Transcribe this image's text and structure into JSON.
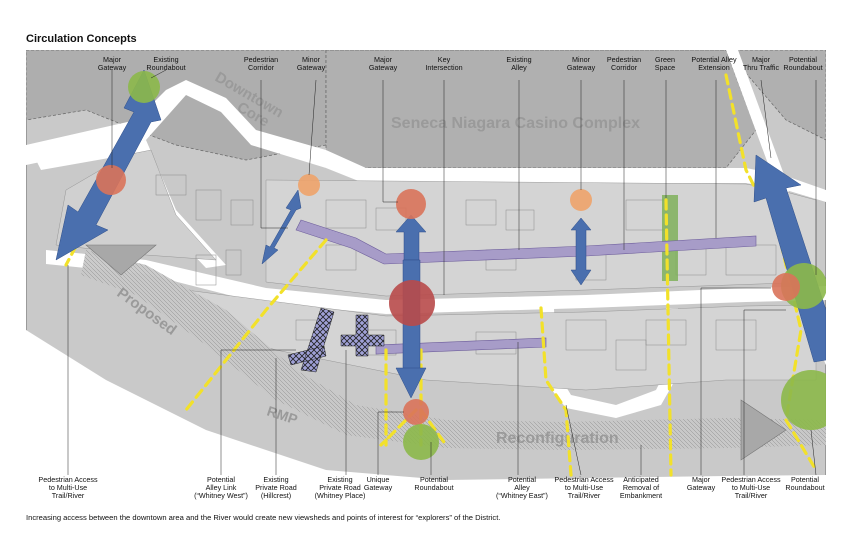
{
  "title": "Circulation Concepts",
  "caption": "Increasing access between the downtown area and the River would create new viewsheds and points of interest for “explorers” of the District.",
  "map_text": {
    "downtown_core": [
      "Downtown",
      "Core"
    ],
    "casino": "Seneca Niagara Casino Complex",
    "proposed": "Proposed",
    "rmp": "RMP",
    "reconfiguration": "Reconfiguration"
  },
  "top_labels": [
    {
      "id": "major-gateway-1",
      "lines": [
        "Major",
        "Gateway"
      ]
    },
    {
      "id": "existing-roundabout",
      "lines": [
        "Existing",
        "Roundabout"
      ]
    },
    {
      "id": "pedestrian-corridor-1",
      "lines": [
        "Pedestrian",
        "Corridor"
      ]
    },
    {
      "id": "minor-gateway-1",
      "lines": [
        "Minor",
        "Gateway"
      ]
    },
    {
      "id": "major-gateway-2",
      "lines": [
        "Major",
        "Gateway"
      ]
    },
    {
      "id": "key-intersection",
      "lines": [
        "Key",
        "Intersection"
      ]
    },
    {
      "id": "existing-alley",
      "lines": [
        "Existing",
        "Alley"
      ]
    },
    {
      "id": "minor-gateway-2",
      "lines": [
        "Minor",
        "Gateway"
      ]
    },
    {
      "id": "pedestrian-corridor-2",
      "lines": [
        "Pedestrian",
        "Corridor"
      ]
    },
    {
      "id": "green-space",
      "lines": [
        "Green",
        "Space"
      ]
    },
    {
      "id": "potential-alley-extension",
      "lines": [
        "Potential Alley",
        "Extension"
      ]
    },
    {
      "id": "major-thru-traffic",
      "lines": [
        "Major",
        "Thru Traffic"
      ]
    },
    {
      "id": "potential-roundabout-top",
      "lines": [
        "Potential",
        "Roundabout"
      ]
    }
  ],
  "bottom_labels": [
    {
      "id": "pedestrian-access-1",
      "lines": [
        "Pedestrian Access",
        "to Multi-Use",
        "Trail/River"
      ]
    },
    {
      "id": "potential-alley-link",
      "lines": [
        "Potential",
        "Alley Link",
        "(“Whitney West”)"
      ]
    },
    {
      "id": "existing-private-road-hillcrest",
      "lines": [
        "Existing",
        "Private Road",
        "(Hillcrest)"
      ]
    },
    {
      "id": "existing-private-road-whitney",
      "lines": [
        "Existing",
        "Private Road",
        "(Whitney Place)"
      ]
    },
    {
      "id": "unique-gateway",
      "lines": [
        "Unique",
        "Gateway"
      ]
    },
    {
      "id": "potential-roundabout-1",
      "lines": [
        "Potential",
        "Roundabout"
      ]
    },
    {
      "id": "potential-alley-whitney-east",
      "lines": [
        "Potential",
        "Alley",
        "(“Whitney East”)"
      ]
    },
    {
      "id": "pedestrian-access-2",
      "lines": [
        "Pedestrian Access",
        "to Multi-Use",
        "Trail/River"
      ]
    },
    {
      "id": "anticipated-removal",
      "lines": [
        "Anticipated",
        "Removal of",
        "Embankment"
      ]
    },
    {
      "id": "major-gateway-3",
      "lines": [
        "Major",
        "Gateway"
      ]
    },
    {
      "id": "pedestrian-access-3",
      "lines": [
        "Pedestrian Access",
        "to Multi-Use",
        "Trail/River"
      ]
    },
    {
      "id": "potential-roundabout-2",
      "lines": [
        "Potential",
        "Roundabout"
      ]
    }
  ],
  "colors": {
    "gateway_orange": "#d9735a",
    "minor_orange": "#eea36a",
    "key_red": "#b84a4a",
    "roundabout_green": "#8cb84a",
    "arrow_blue": "#4a6fae",
    "corridor_purple": "#a79cc8",
    "path_yellow": "#f2e12a",
    "building_gray": "#bdbdbd",
    "lot_light": "#d8d8d8"
  }
}
